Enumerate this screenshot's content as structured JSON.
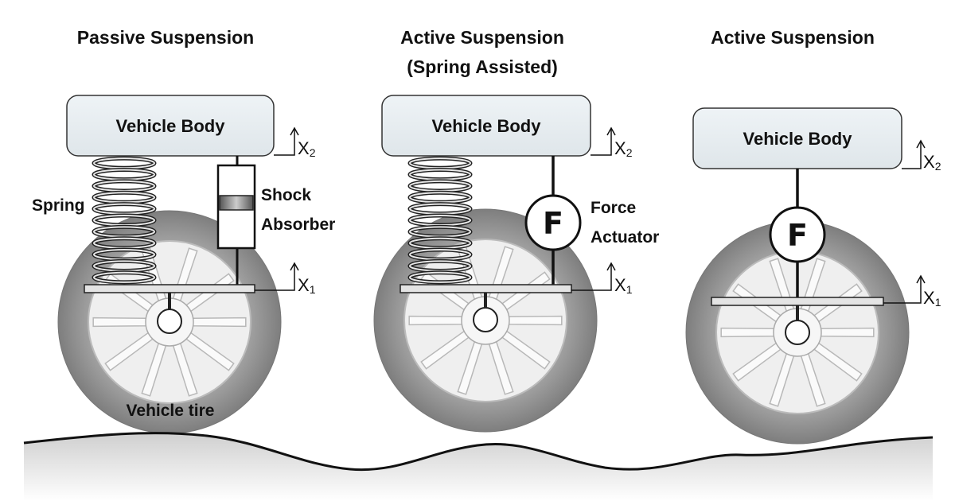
{
  "panels": [
    {
      "title": "Passive Suspension",
      "title_line2": "",
      "body_label": "Vehicle Body",
      "spring_label": "Spring",
      "damper_label_1": "Shock",
      "damper_label_2": "Absorber",
      "tire_label": "Vehicle tire"
    },
    {
      "title": "Active Suspension",
      "title_line2": "(Spring Assisted)",
      "body_label": "Vehicle Body",
      "actuator_symbol": "F",
      "actuator_label_1": "Force",
      "actuator_label_2": "Actuator"
    },
    {
      "title": "Active Suspension",
      "body_label": "Vehicle Body",
      "actuator_symbol": "F"
    }
  ],
  "coords": {
    "x_letter": "X",
    "body_sub": "2",
    "wheel_sub": "1"
  },
  "colors": {
    "body_fill": "#e8eef2",
    "tire": "#9a9a9a",
    "rim": "#f0f0f0",
    "ground": "#d4d4d4",
    "ink": "#111111"
  }
}
